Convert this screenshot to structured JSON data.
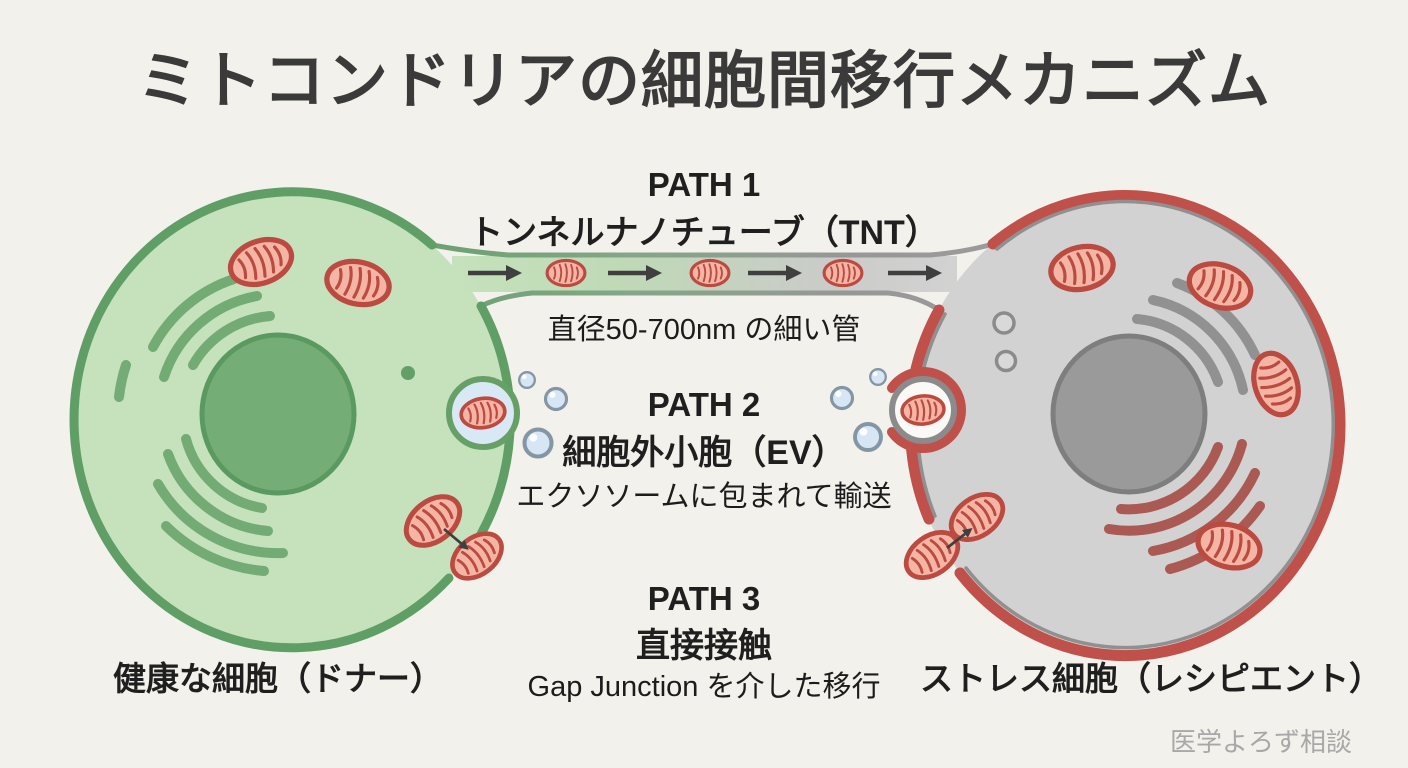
{
  "title": "ミトコンドリアの細胞間移行メカニズム",
  "paths": [
    {
      "id": "PATH 1",
      "name": "トンネルナノチューブ（TNT）",
      "note": "直径50-700nm の細い管"
    },
    {
      "id": "PATH 2",
      "name": "細胞外小胞（EV）",
      "note": "エクソソームに包まれて輸送"
    },
    {
      "id": "PATH 3",
      "name": "直接接触",
      "note": "Gap Junction を介した移行"
    }
  ],
  "cells": {
    "donor": {
      "label": "健康な細胞（ドナー）"
    },
    "recipient": {
      "label": "ストレス細胞（レシピエント）"
    }
  },
  "watermark": "医学よろず相談",
  "colors": {
    "background": "#f2f1ec",
    "donor_fill": "#c5e2bc",
    "donor_border": "#5f9e64",
    "recipient_fill": "#d2d2d2",
    "recipient_border": "#c0504a",
    "mitochondrion_fill": "#f5b5a5",
    "mitochondrion_border": "#bb4a40",
    "vesicle_fill": "#d9e8f5",
    "transfer_arrow": "#3f3f3f",
    "text": "#1f1f1f",
    "watermark": "#a8a8a8"
  }
}
